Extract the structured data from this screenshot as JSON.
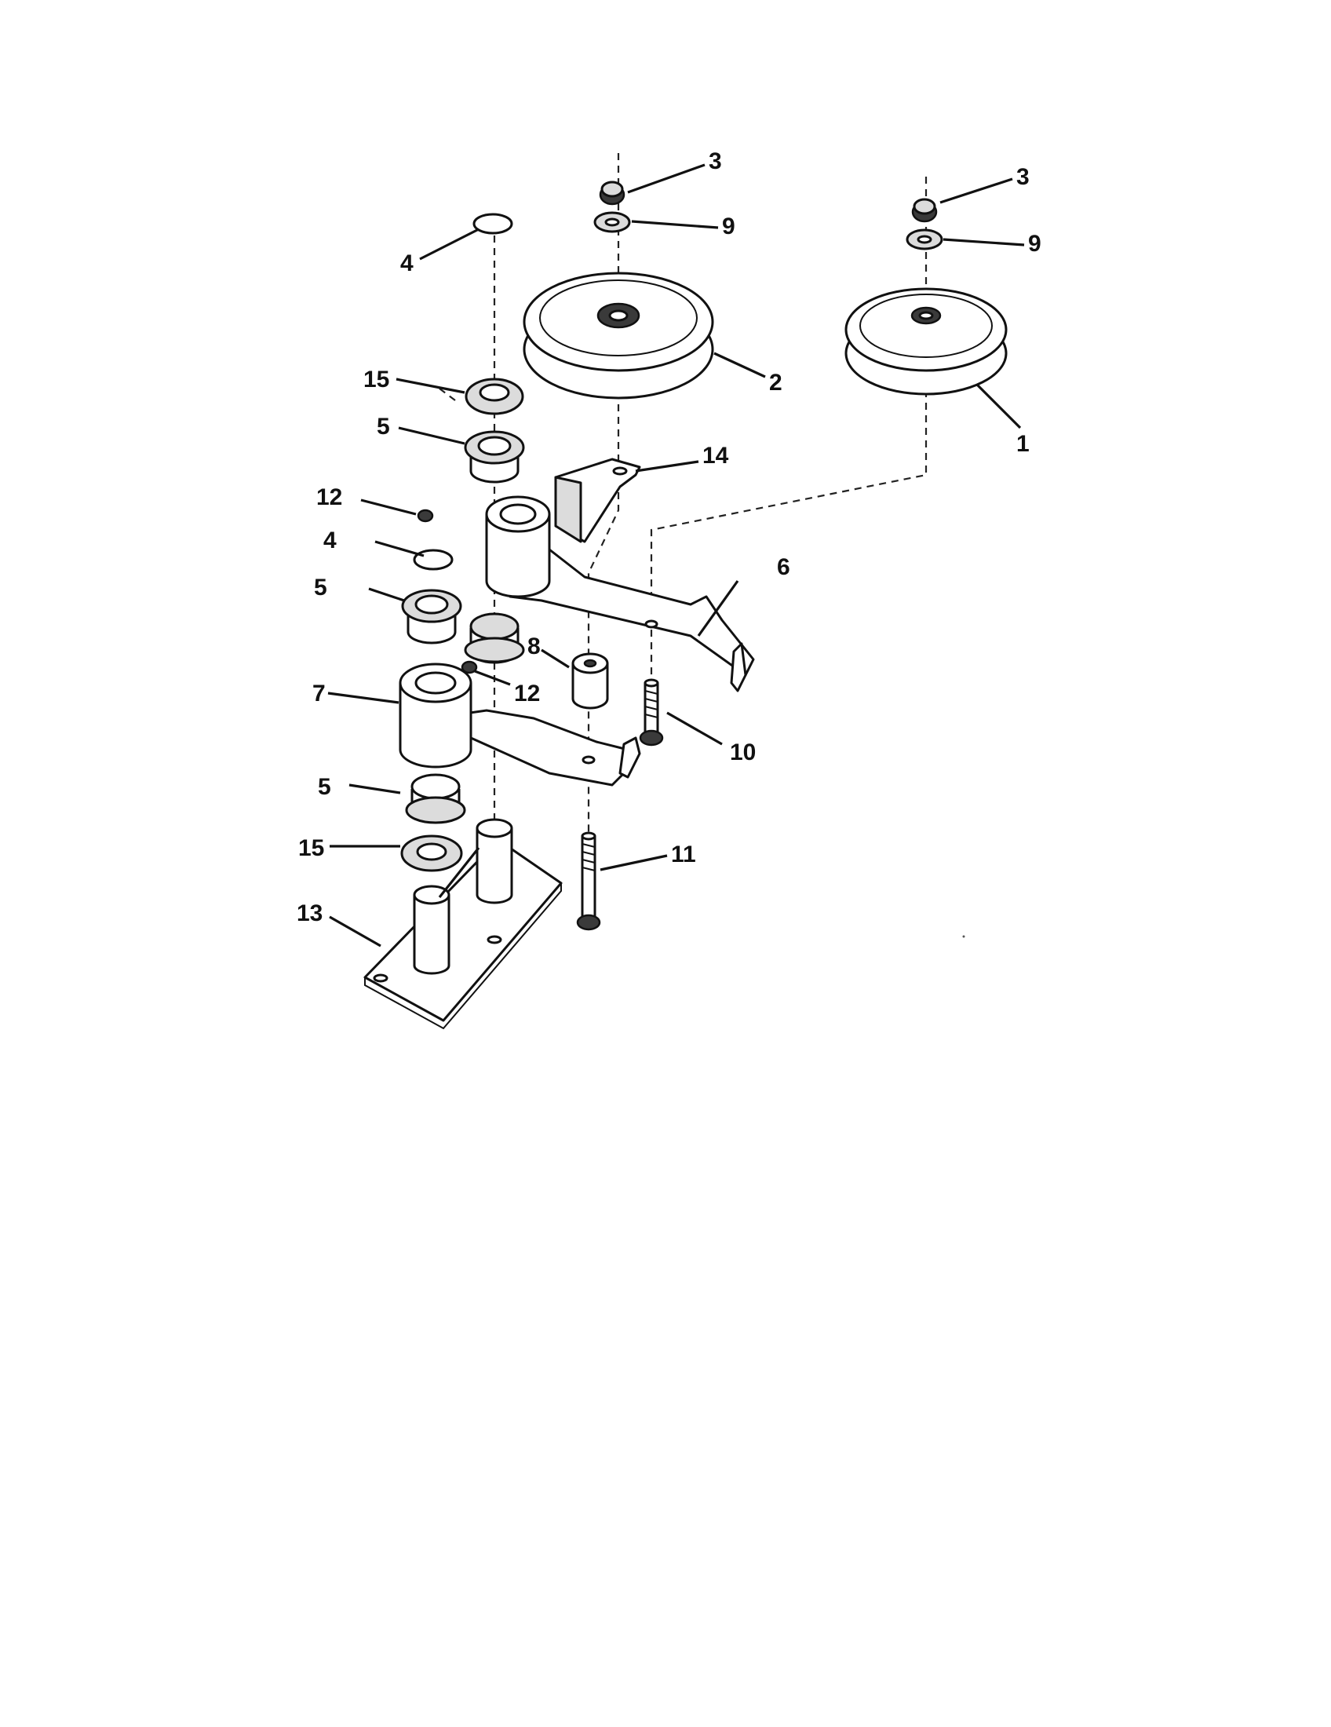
{
  "diagram": {
    "callouts": {
      "c1": "1",
      "c2": "2",
      "c3a": "3",
      "c3b": "3",
      "c4a": "4",
      "c4b": "4",
      "c5a": "5",
      "c5b": "5",
      "c5c": "5",
      "c6": "6",
      "c7": "7",
      "c8": "8",
      "c9a": "9",
      "c9b": "9",
      "c10": "10",
      "c11": "11",
      "c12a": "12",
      "c12b": "12",
      "c13": "13",
      "c14": "14",
      "c15a": "15",
      "c15b": "15"
    }
  }
}
